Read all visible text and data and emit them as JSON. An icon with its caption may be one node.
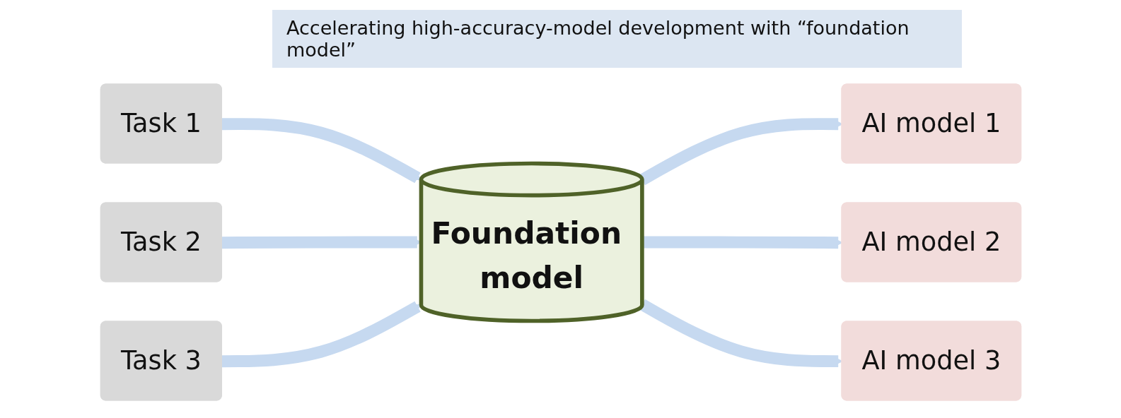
{
  "diagram": {
    "title": "Accelerating high-accuracy-model development with “foundation model”",
    "nodes": [
      {
        "text": [
          "Task 1"
        ]
      },
      {
        "text": [
          "Task 2"
        ]
      },
      {
        "text": [
          "Task 3"
        ]
      },
      {
        "text": [
          "Foundation model"
        ]
      },
      {
        "text": [
          "AI model 1"
        ]
      },
      {
        "text": [
          "AI model 2"
        ]
      },
      {
        "text": [
          "AI model 3"
        ]
      }
    ],
    "edges": [
      {
        "from": 0,
        "to": 3,
        "arrow": "to"
      },
      {
        "from": 1,
        "to": 3,
        "arrow": "to"
      },
      {
        "from": 2,
        "to": 3,
        "arrow": "to"
      },
      {
        "from": 3,
        "to": 4,
        "arrow": "to"
      },
      {
        "from": 3,
        "to": 5,
        "arrow": "to"
      },
      {
        "from": 3,
        "to": 6,
        "arrow": "to"
      }
    ]
  }
}
